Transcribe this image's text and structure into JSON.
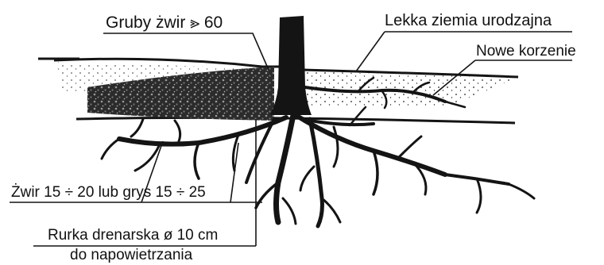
{
  "labels": {
    "coarse_gravel": "Gruby żwir  ⪢ 60",
    "light_soil": "Lekka ziemia urodzajna",
    "new_roots": "Nowe korzenie",
    "gravel_grit": "Żwir 15 ÷ 20 lub grys 15 ÷ 25",
    "drain_pipe_line1": "Rurka drenarska ø 10 cm",
    "drain_pipe_line2": "do napowietrzania"
  },
  "colors": {
    "ink": "#141414",
    "paper": "#ffffff",
    "gravel_fill": "#2b2b2b"
  }
}
